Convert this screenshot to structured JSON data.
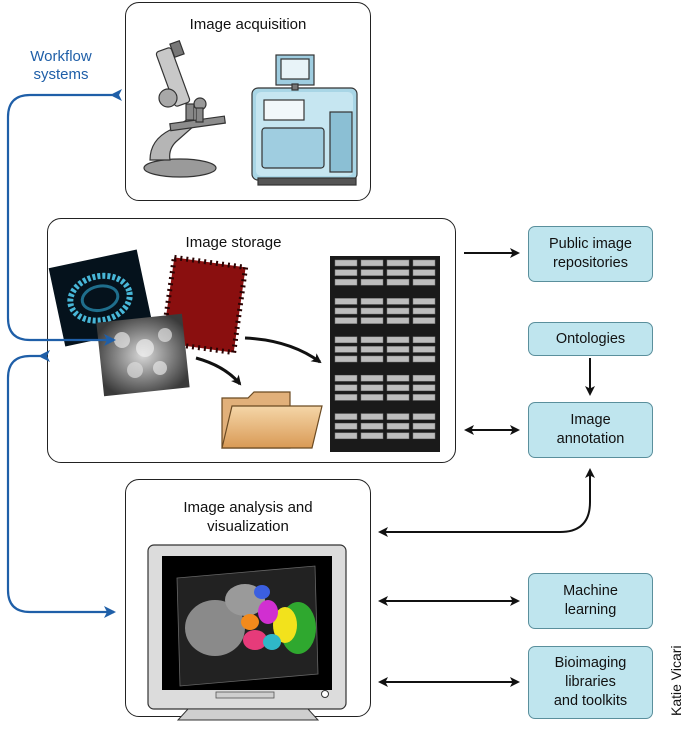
{
  "workflow": {
    "label_line1": "Workflow",
    "label_line2": "systems"
  },
  "acquisition": {
    "title": "Image acquisition"
  },
  "storage": {
    "title": "Image storage"
  },
  "analysis": {
    "title_line1": "Image analysis and",
    "title_line2": "visualization"
  },
  "boxes": {
    "public_repos": {
      "line1": "Public image",
      "line2": "repositories"
    },
    "ontologies": {
      "line1": "Ontologies"
    },
    "annotation": {
      "line1": "Image",
      "line2": "annotation"
    },
    "ml": {
      "line1": "Machine",
      "line2": "learning"
    },
    "bioimaging": {
      "line1": "Bioimaging",
      "line2": "libraries",
      "line3": "and toolkits"
    }
  },
  "credit": "Katie Vicari",
  "colors": {
    "blue_arrow": "#1f5fa8",
    "box_fill": "#bfe5ee",
    "box_border": "#5a8f9c"
  }
}
